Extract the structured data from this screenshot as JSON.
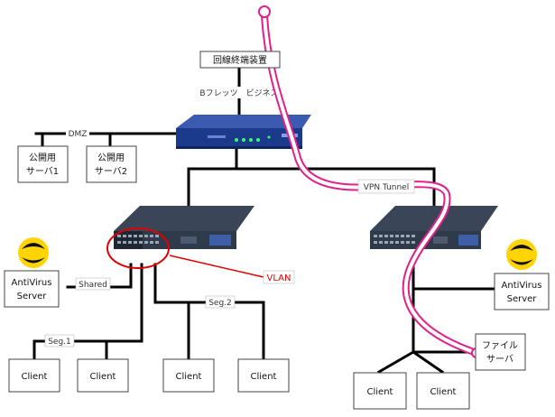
{
  "nodes": {
    "onu": "回線終端装置",
    "public_server_1": [
      "公開用",
      "サーバ1"
    ],
    "public_server_2": [
      "公開用",
      "サーバ2"
    ],
    "antivirus_left": [
      "AntiVirus",
      "Server"
    ],
    "antivirus_right": [
      "AntiVirus",
      "Server"
    ],
    "file_server": [
      "ファイル",
      "サーバ"
    ],
    "client_1": "Client",
    "client_2": "Client",
    "client_3": "Client",
    "client_4": "Client",
    "client_5": "Client",
    "client_6": "Client"
  },
  "labels": {
    "bflets": "Bフレッツ　ビジネス",
    "dmz": "DMZ",
    "vpn_tunnel": "VPN Tunnel",
    "shared": "Shared",
    "seg1": "Seg.1",
    "seg2": "Seg.2",
    "vlan": "VLAN"
  },
  "colors": {
    "line": "#000000",
    "tunnel": "#e0218a",
    "vlan": "#e00000",
    "router": "#1c3a8c",
    "switch": "#2f3a4a"
  }
}
